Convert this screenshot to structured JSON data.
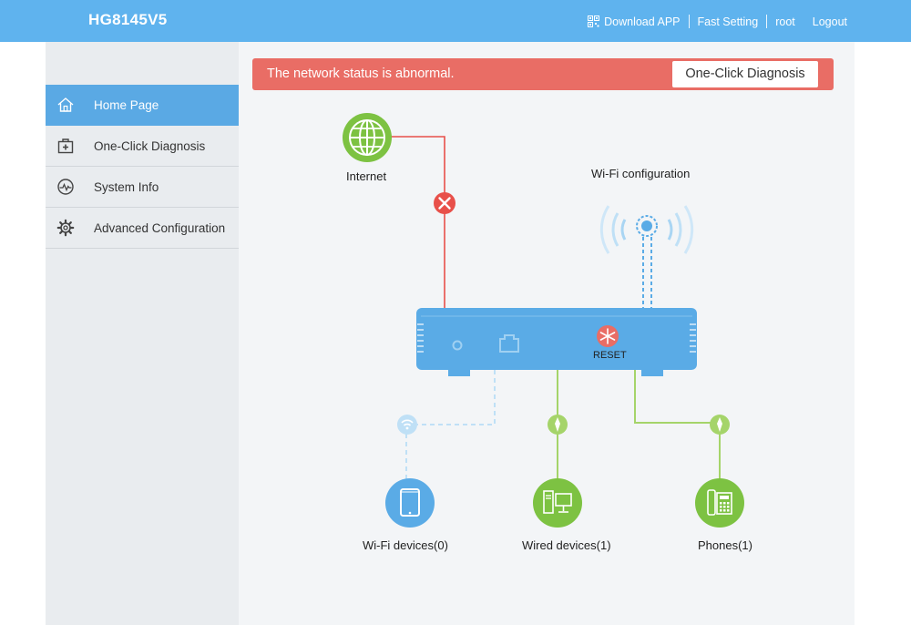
{
  "header": {
    "title": "HG8145V5",
    "links": {
      "download": "Download APP",
      "fast_setting": "Fast Setting",
      "user": "root",
      "logout": "Logout"
    }
  },
  "sidebar": {
    "items": [
      {
        "label": "Home Page",
        "icon": "home-icon",
        "active": true
      },
      {
        "label": "One-Click Diagnosis",
        "icon": "medical-kit-icon"
      },
      {
        "label": "System Info",
        "icon": "pulse-icon"
      },
      {
        "label": "Advanced Configuration",
        "icon": "gear-icon"
      }
    ]
  },
  "alert": {
    "message": "The network status is abnormal.",
    "button": "One-Click Diagnosis"
  },
  "topology": {
    "internet_label": "Internet",
    "wifi_config_label": "Wi-Fi configuration",
    "reset_label": "RESET",
    "wifi_devices_label": "Wi-Fi devices(0)",
    "wired_devices_label": "Wired devices(1)",
    "phones_label": "Phones(1)"
  },
  "colors": {
    "header": "#5fb3ee",
    "active_nav": "#5aa9e4",
    "alert": "#e96d65",
    "internet_green": "#7dc242",
    "error_red": "#e8504a",
    "router_blue": "#5aabe6",
    "device_green": "#8bc640"
  }
}
